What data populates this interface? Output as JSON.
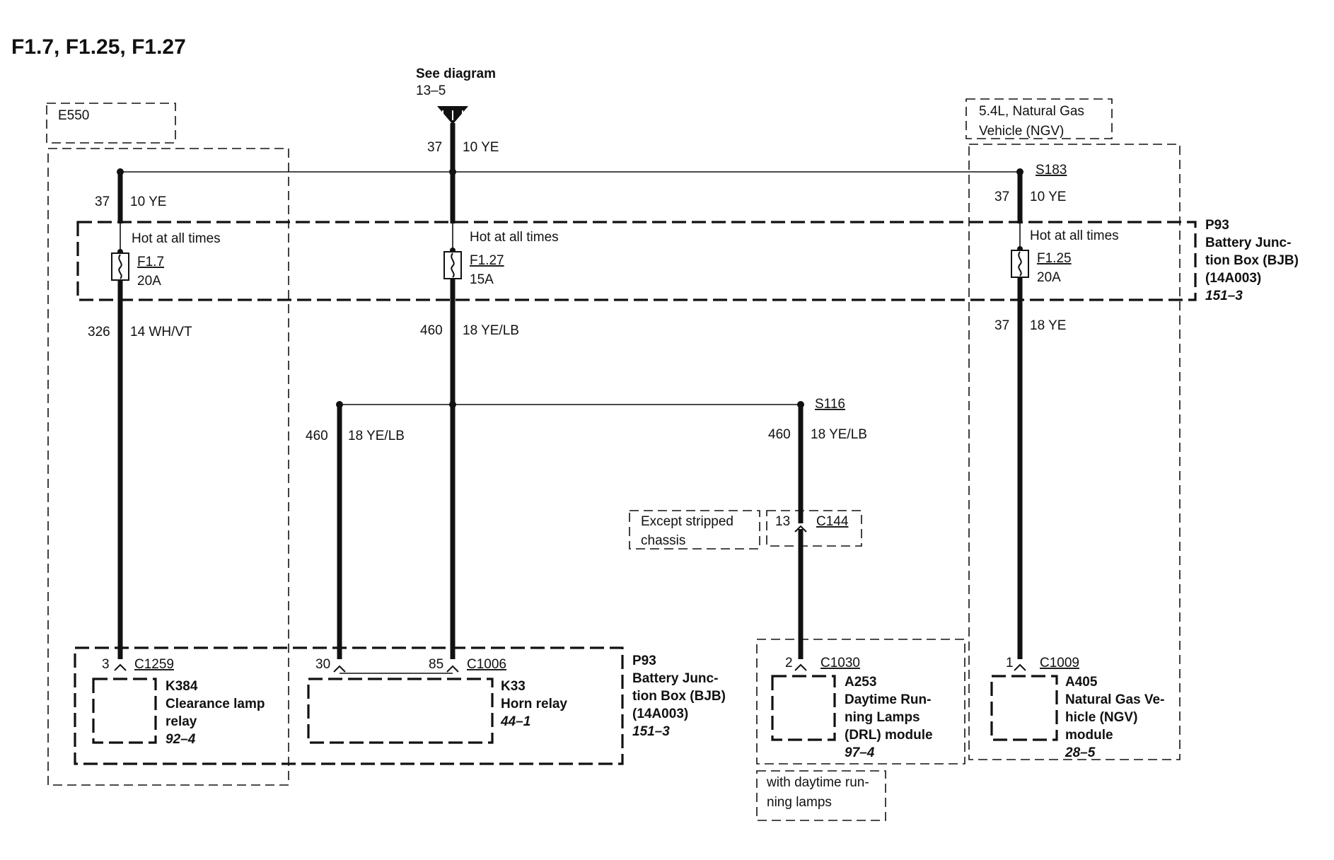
{
  "title": "F1.7, F1.25, F1.27",
  "see_diagram": {
    "line1": "See diagram",
    "line2": "13–5"
  },
  "groups": {
    "e550": "E550",
    "ngv_line1": "5.4L, Natural Gas",
    "ngv_line2": "Vehicle (NGV)",
    "except_line1": "Except stripped",
    "except_line2": "chassis",
    "drl_line1": "with daytime run-",
    "drl_line2": "ning lamps"
  },
  "bjb_top": {
    "id": "P93",
    "line1": "Battery Junc-",
    "line2": "tion Box (BJB)",
    "line3": "(14A003)",
    "ref": "151–3"
  },
  "bjb_bottom": {
    "id": "P93",
    "line1": "Battery Junc-",
    "line2": "tion Box (BJB)",
    "line3": "(14A003)",
    "ref": "151–3"
  },
  "hot": "Hot at all times",
  "fuses": [
    {
      "name": "F1.7",
      "rating": "20A"
    },
    {
      "name": "F1.27",
      "rating": "15A"
    },
    {
      "name": "F1.25",
      "rating": "20A"
    }
  ],
  "wires": {
    "top_center": {
      "circuit": "37",
      "color": "10 YE"
    },
    "left_top": {
      "circuit": "37",
      "color": "10 YE"
    },
    "right_top": {
      "circuit": "37",
      "color": "10 YE"
    },
    "left_bottom": {
      "circuit": "326",
      "color": "14 WH/VT"
    },
    "center_mid": {
      "circuit": "460",
      "color": "18 YE/LB"
    },
    "horn30": {
      "circuit": "460",
      "color": "18 YE/LB"
    },
    "drl": {
      "circuit": "460",
      "color": "18 YE/LB"
    },
    "right_bottom": {
      "circuit": "37",
      "color": "18 YE"
    }
  },
  "splices": {
    "s183": "S183",
    "s116": "S116"
  },
  "c144": {
    "pin": "13",
    "name": "C144"
  },
  "connectors": {
    "c1259": {
      "pin": "3",
      "name": "C1259"
    },
    "c1006_a": {
      "pin": "30"
    },
    "c1006_b": {
      "pin": "85",
      "name": "C1006"
    },
    "c1030": {
      "pin": "2",
      "name": "C1030"
    },
    "c1009": {
      "pin": "1",
      "name": "C1009"
    }
  },
  "components": {
    "k384": {
      "id": "K384",
      "line1": "Clearance lamp",
      "line2": "relay",
      "ref": "92–4"
    },
    "k33": {
      "id": "K33",
      "line1": "Horn relay",
      "ref": "44–1"
    },
    "a253": {
      "id": "A253",
      "line1": "Daytime Run-",
      "line2": "ning Lamps",
      "line3": "(DRL) module",
      "ref": "97–4"
    },
    "a405": {
      "id": "A405",
      "line1": "Natural Gas Ve-",
      "line2": "hicle (NGV)",
      "line3": "module",
      "ref": "28–5"
    }
  }
}
